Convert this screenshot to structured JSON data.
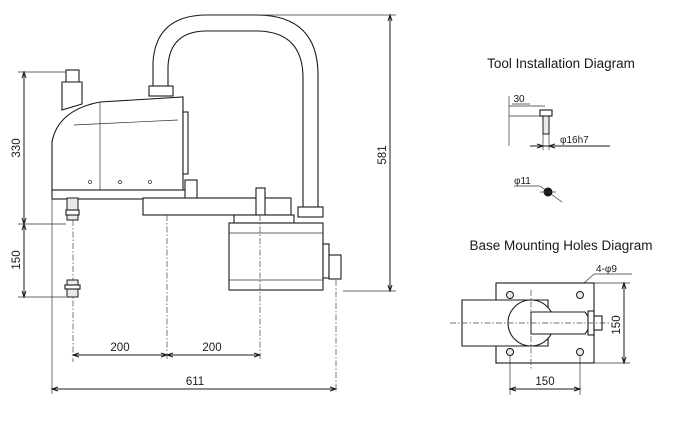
{
  "headings": {
    "tool_installation": "Tool Installation Diagram",
    "base_mounting": "Base Mounting Holes Diagram"
  },
  "robot_dimensions": {
    "height_330": "330",
    "stroke_150": "150",
    "overall_height_581": "581",
    "arm1_200": "200",
    "arm2_200": "200",
    "overall_length_611": "611"
  },
  "tool_dimensions": {
    "depth_30": "30",
    "shaft_dia": "φ16h7",
    "hole_dia": "φ11"
  },
  "base_dimensions": {
    "holes": "4-φ9",
    "vertical_150": "150",
    "horizontal_150": "150"
  }
}
